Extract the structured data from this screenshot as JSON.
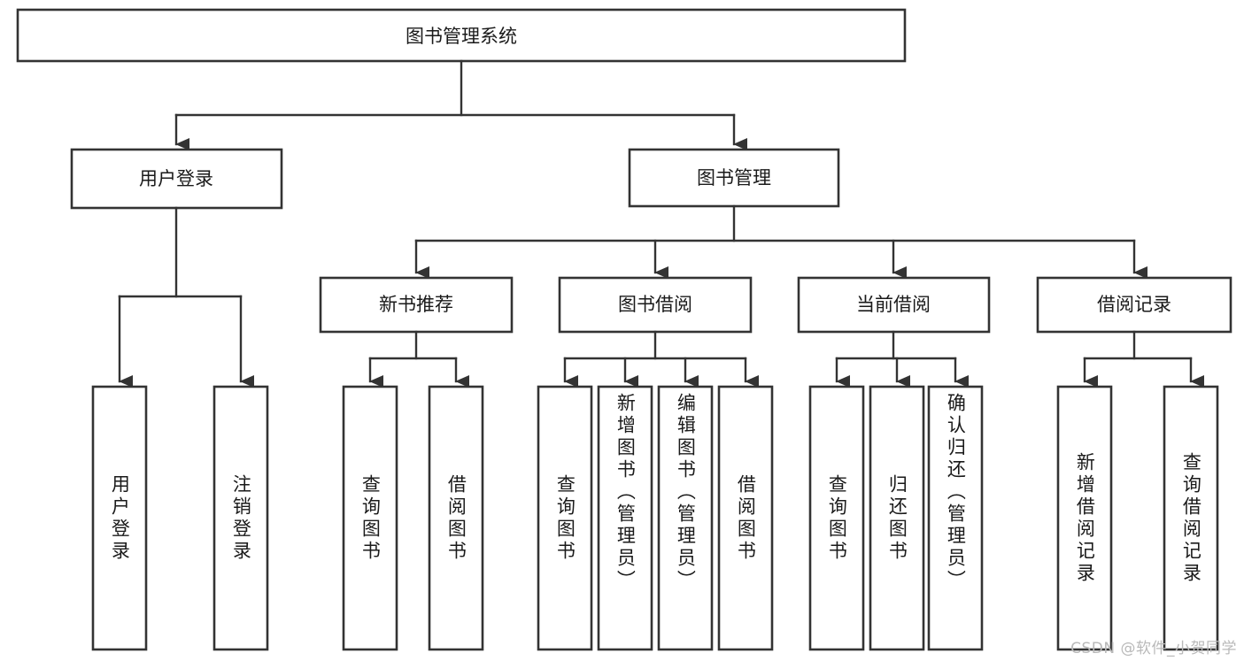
{
  "diagram": {
    "type": "tree-hierarchy",
    "title": "图书管理系统",
    "watermark": "CSDN @软件_小贺同学",
    "colors": {
      "box_stroke": "#333333",
      "box_fill": "#ffffff",
      "text": "#1a1a1a",
      "background": "#ffffff",
      "watermark": "#b9b9b9"
    },
    "root": {
      "label": "图书管理系统",
      "orientation": "horizontal"
    },
    "level1": [
      {
        "id": "user-login",
        "label": "用户登录",
        "orientation": "horizontal"
      },
      {
        "id": "book-manage",
        "label": "图书管理",
        "orientation": "horizontal"
      }
    ],
    "level2": [
      {
        "id": "new-book-recommend",
        "label": "新书推荐",
        "orientation": "horizontal",
        "parent": "book-manage"
      },
      {
        "id": "book-borrow",
        "label": "图书借阅",
        "orientation": "horizontal",
        "parent": "book-manage"
      },
      {
        "id": "current-borrow",
        "label": "当前借阅",
        "orientation": "horizontal",
        "parent": "book-manage"
      },
      {
        "id": "borrow-record",
        "label": "借阅记录",
        "orientation": "horizontal",
        "parent": "book-manage"
      }
    ],
    "leaves": [
      {
        "id": "leaf-user-login",
        "label": "用户登录",
        "parent": "user-login",
        "orientation": "vertical"
      },
      {
        "id": "leaf-user-logout",
        "label": "注销登录",
        "parent": "user-login",
        "orientation": "vertical"
      },
      {
        "id": "leaf-rec-query-book",
        "label": "查询图书",
        "parent": "new-book-recommend",
        "orientation": "vertical"
      },
      {
        "id": "leaf-rec-borrow-book",
        "label": "借阅图书",
        "parent": "new-book-recommend",
        "orientation": "vertical"
      },
      {
        "id": "leaf-borrow-query-book",
        "label": "查询图书",
        "parent": "book-borrow",
        "orientation": "vertical"
      },
      {
        "id": "leaf-borrow-add-book",
        "label": "新增图书（管理员）",
        "parent": "book-borrow",
        "orientation": "vertical"
      },
      {
        "id": "leaf-borrow-edit-book",
        "label": "编辑图书（管理员）",
        "parent": "book-borrow",
        "orientation": "vertical"
      },
      {
        "id": "leaf-borrow-borrow-book",
        "label": "借阅图书",
        "parent": "book-borrow",
        "orientation": "vertical"
      },
      {
        "id": "leaf-cur-query-book",
        "label": "查询图书",
        "parent": "current-borrow",
        "orientation": "vertical"
      },
      {
        "id": "leaf-cur-return-book",
        "label": "归还图书",
        "parent": "current-borrow",
        "orientation": "vertical"
      },
      {
        "id": "leaf-cur-confirm-return",
        "label": "确认归还（管理员）",
        "parent": "current-borrow",
        "orientation": "vertical"
      },
      {
        "id": "leaf-rec-add-record",
        "label": "新增借阅记录",
        "parent": "borrow-record",
        "orientation": "vertical"
      },
      {
        "id": "leaf-rec-query-record",
        "label": "查询借阅记录",
        "parent": "borrow-record",
        "orientation": "vertical"
      }
    ]
  }
}
